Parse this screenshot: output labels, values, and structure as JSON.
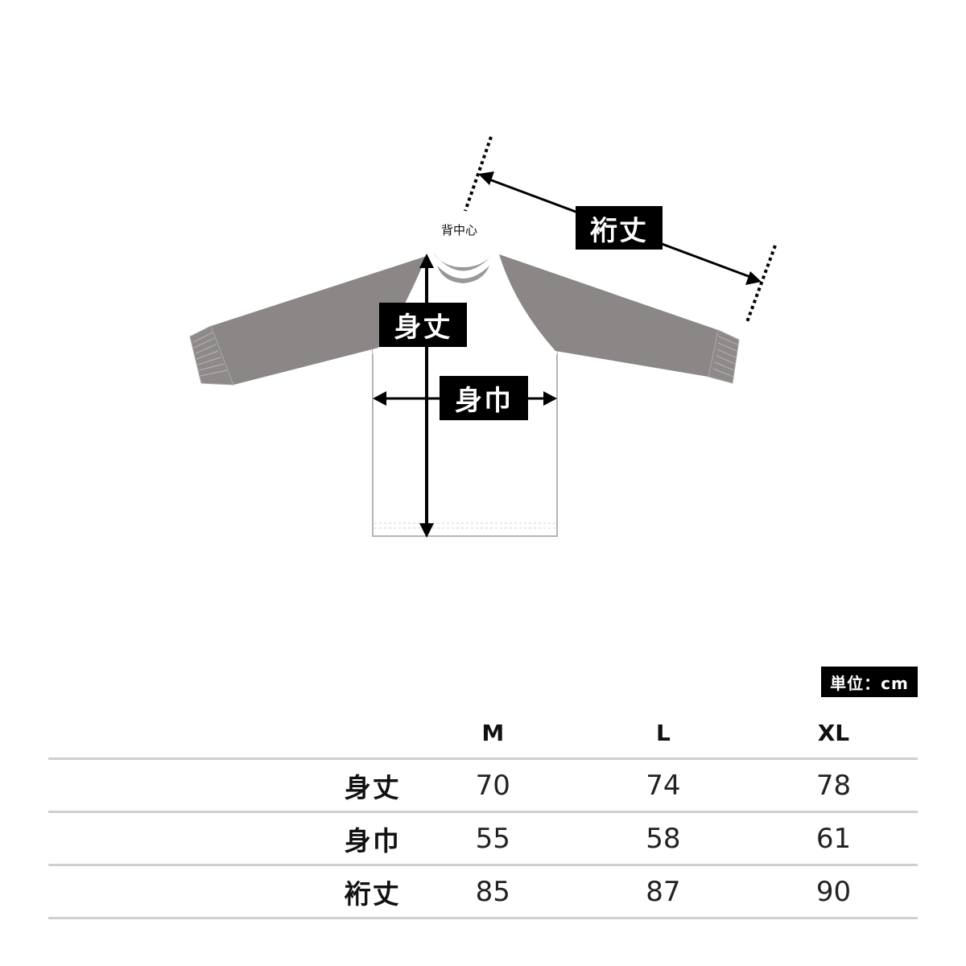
{
  "diagram": {
    "garment": "raglan long-sleeve t-shirt",
    "back_center_label": "背中心",
    "body_length_label": "身丈",
    "body_width_label": "身巾",
    "sleeve_length_label": "裄丈",
    "colors": {
      "body": "#ffffff",
      "sleeve": "#8a8786",
      "outline": "#b0b0b0",
      "arrow": "#000000",
      "label_bg": "#000000",
      "label_text": "#ffffff"
    }
  },
  "unit_badge": "単位：cm",
  "table": {
    "columns": [
      "M",
      "L",
      "XL"
    ],
    "rows": [
      {
        "label": "身丈",
        "values": [
          "70",
          "74",
          "78"
        ]
      },
      {
        "label": "身巾",
        "values": [
          "55",
          "58",
          "61"
        ]
      },
      {
        "label": "裄丈",
        "values": [
          "85",
          "87",
          "90"
        ]
      }
    ],
    "divider_color": "#cfcfcf"
  }
}
